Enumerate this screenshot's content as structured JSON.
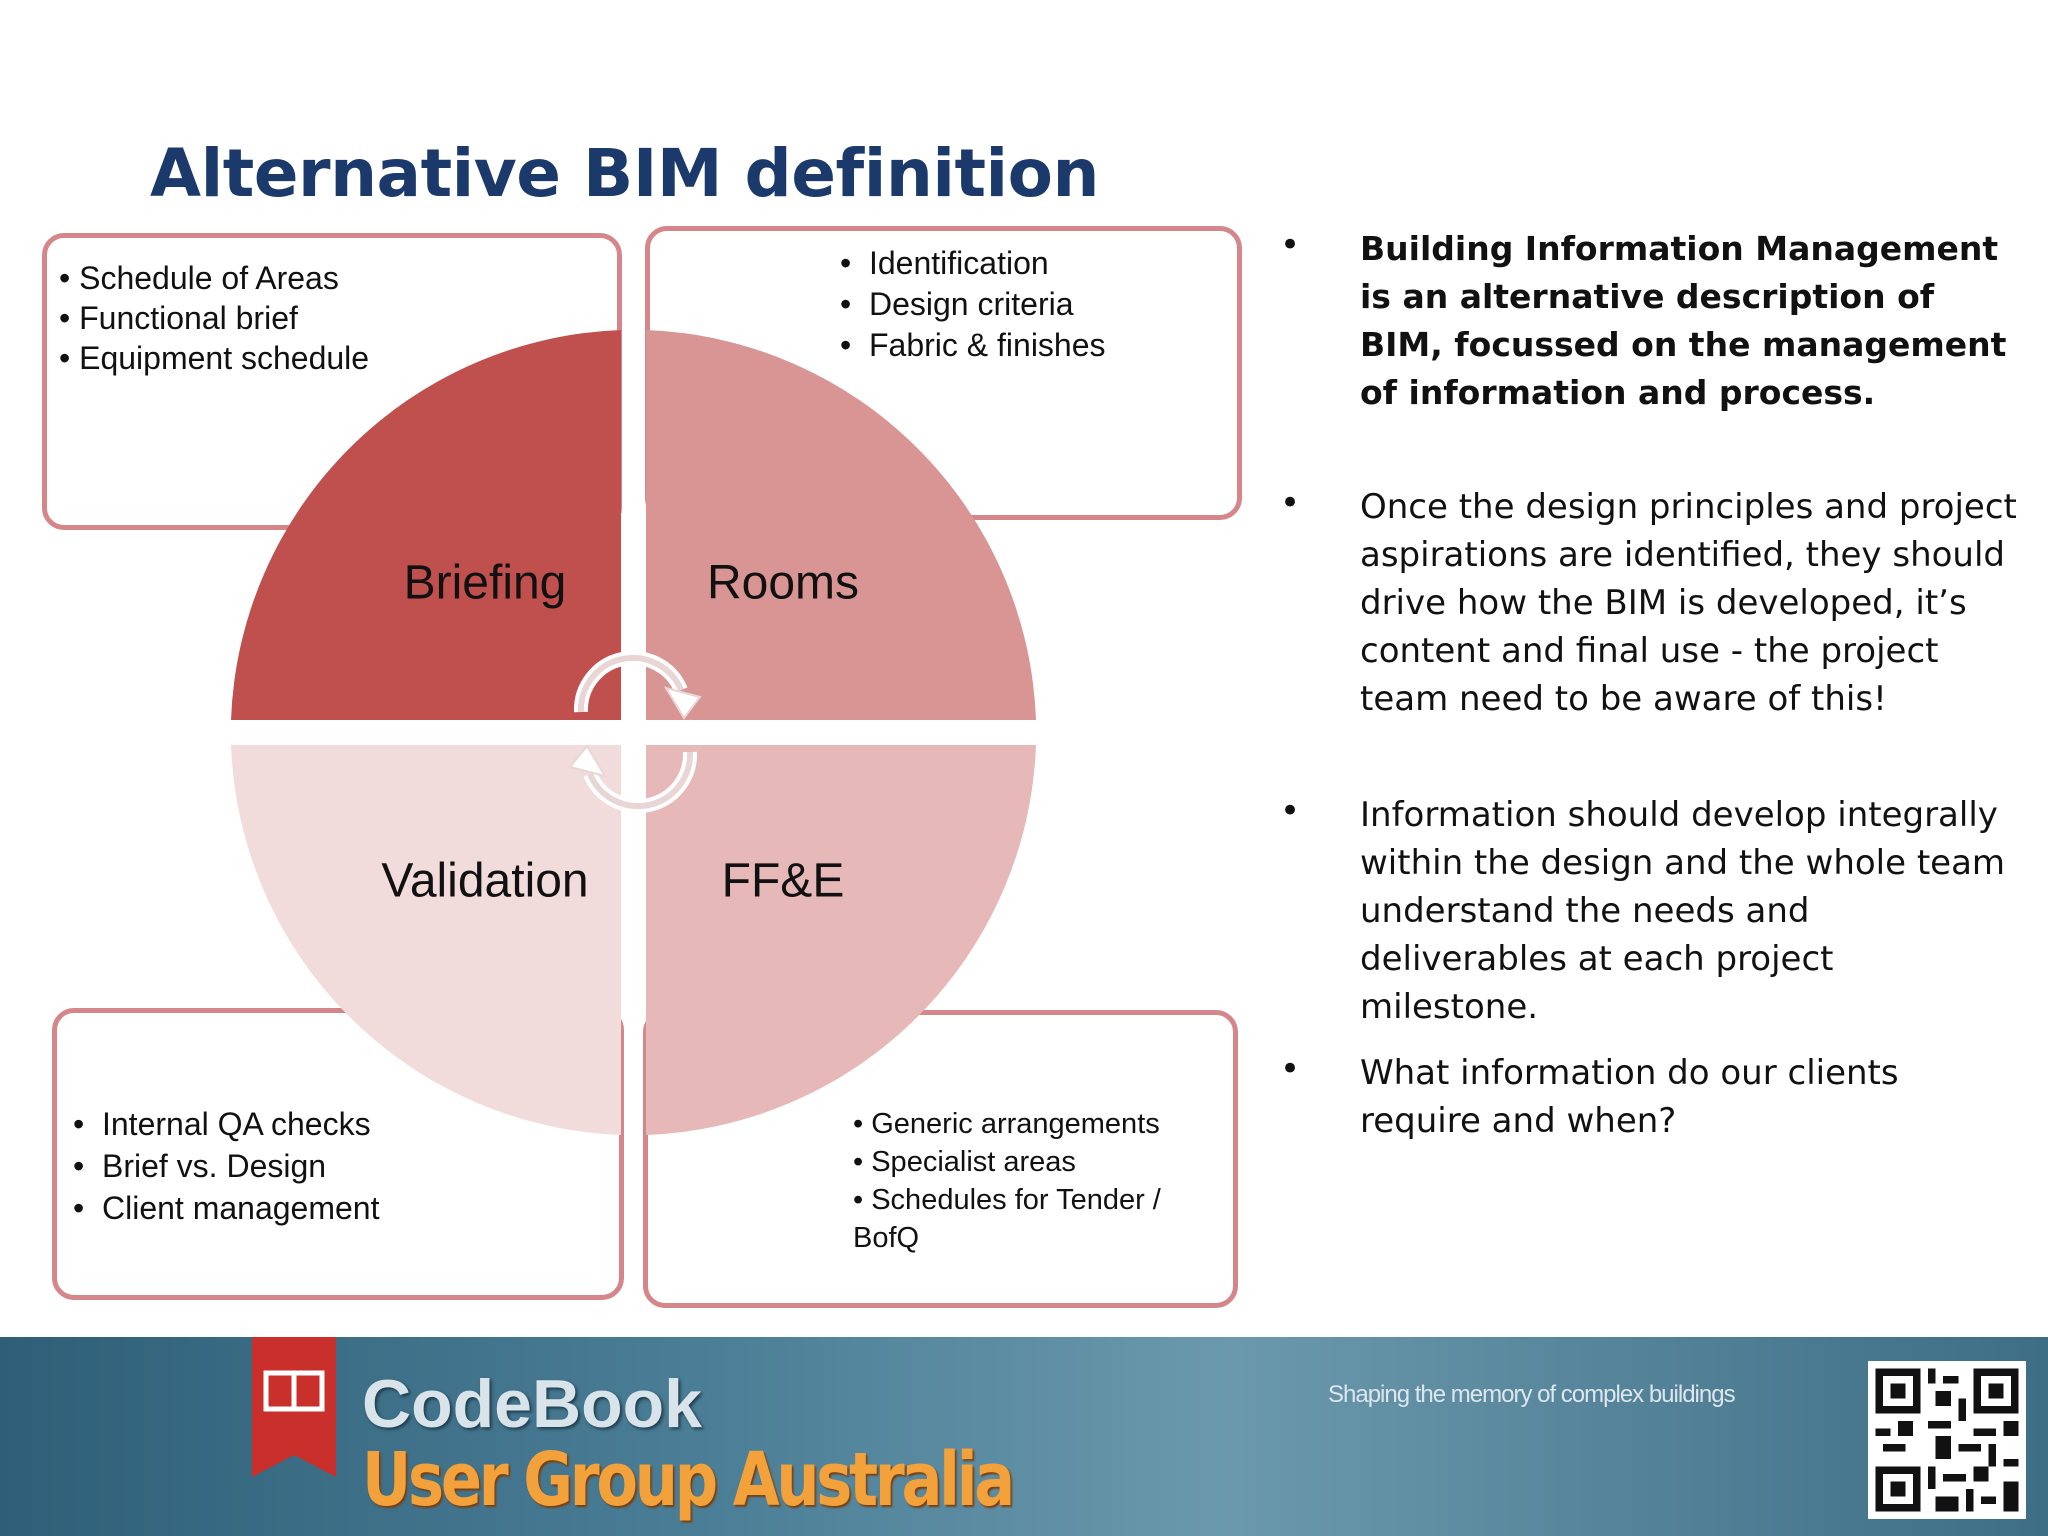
{
  "slide": {
    "title": "Alternative BIM definition"
  },
  "diagram": {
    "quadrants": [
      {
        "label": "Briefing",
        "color": "#c0504d"
      },
      {
        "label": "Rooms",
        "color": "#d99594"
      },
      {
        "label": "Validation",
        "color": "#f2dcdb"
      },
      {
        "label": "FF&E",
        "color": "#e6b9b8"
      }
    ],
    "boxes": {
      "top_left": [
        "Schedule of Areas",
        "Functional brief",
        "Equipment schedule"
      ],
      "top_right": [
        "Identification",
        "Design criteria",
        "Fabric & finishes"
      ],
      "bottom_left": [
        "Internal QA checks",
        "Brief vs. Design",
        "Client management"
      ],
      "bottom_right": [
        "Generic arrangements",
        "Specialist areas",
        "Schedules for Tender /",
        "BofQ"
      ]
    },
    "arrows": [
      "cycle-arrow-clockwise-icon",
      "cycle-arrow-counterclockwise-icon"
    ]
  },
  "bullets": [
    {
      "text": "Building Information Management is an alternative description of BIM, focussed on the management of information and process.",
      "bold": true
    },
    {
      "text": "Once the design principles and project aspirations are identified, they should drive how the BIM is developed, it’s content and final use - the project team need to be aware of this!",
      "bold": false
    },
    {
      "text": "Information should develop integrally within the design and the whole team understand the needs and deliverables at each project milestone.",
      "bold": false
    },
    {
      "text": "What information do our clients require and when?",
      "bold": false
    }
  ],
  "footer": {
    "brand_name": "CodeBook",
    "brand_sub": "User Group Australia",
    "tagline": "Shaping the memory of complex buildings",
    "icons": [
      "book-ribbon-icon",
      "qr-code-icon"
    ],
    "colors": {
      "brand_orange": "#f3a13b",
      "banner_blue": "#3d6e86"
    }
  }
}
